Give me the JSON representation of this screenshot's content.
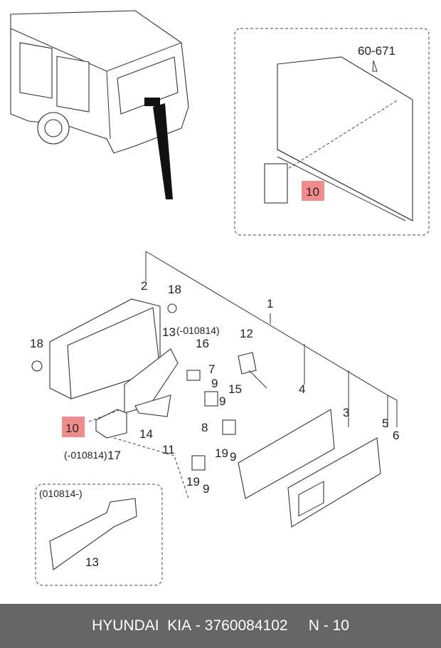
{
  "diagram": {
    "inset_ref": "60-671",
    "highlight_color": "#f28b8b",
    "highlighted_part": "10",
    "labels": {
      "p1": "1",
      "p2": "2",
      "p3": "3",
      "p4": "4",
      "p5": "5",
      "p6": "6",
      "p7": "7",
      "p8": "8",
      "p9a": "9",
      "p9b": "9",
      "p9c": "9",
      "p9d": "9",
      "p10_inset": "10",
      "p10": "10",
      "p11": "11",
      "p12": "12",
      "p13": "13",
      "p13_note": "(-010814)",
      "p13b": "13",
      "p14": "14",
      "p15": "15",
      "p16": "16",
      "p17": "17",
      "p17_note": "(-010814)",
      "p18a": "18",
      "p18b": "18",
      "p19a": "19",
      "p19b": "19",
      "inset2_note": "(010814-)"
    }
  },
  "footer": {
    "brand": "HYUNDAI  KIA",
    "part_number": "3760084102",
    "ref": "N - 10"
  }
}
